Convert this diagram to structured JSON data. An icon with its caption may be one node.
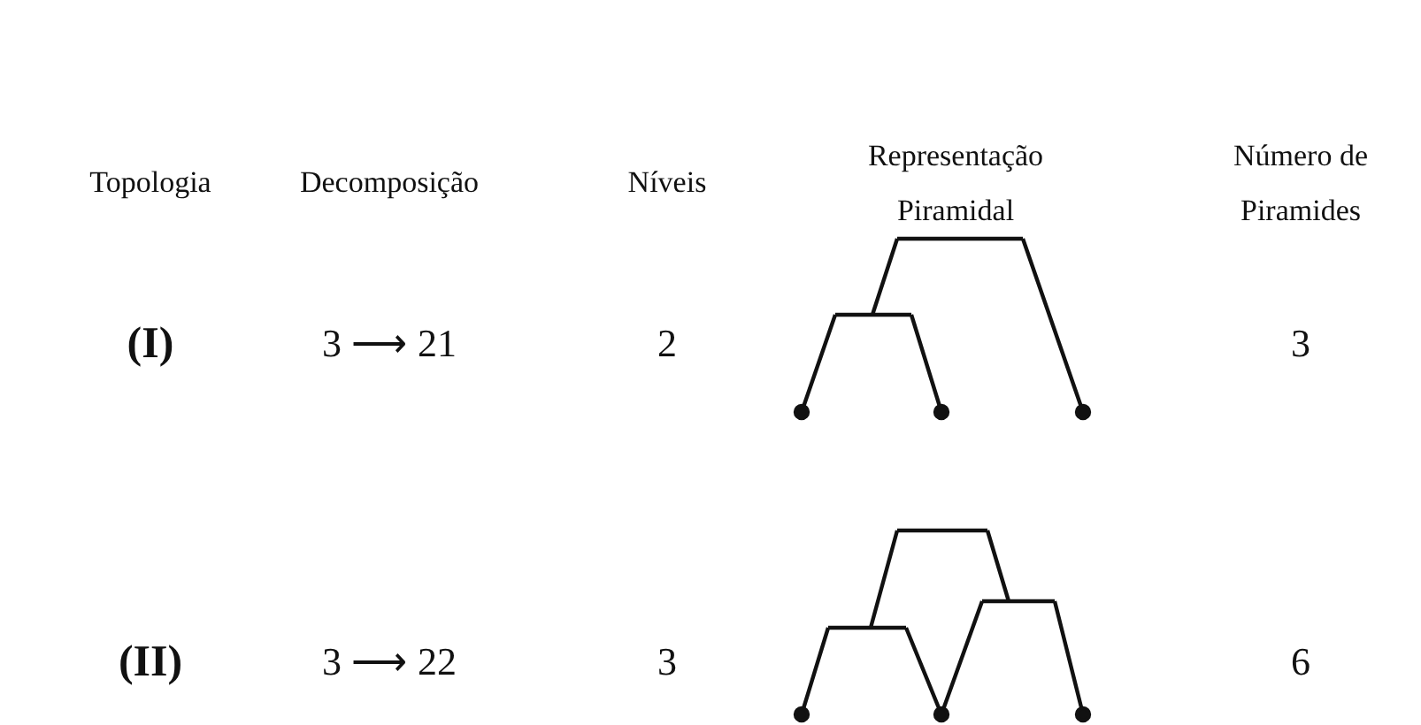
{
  "diagram": {
    "labels": [
      "Topologia",
      "Decomposição",
      "Níveis",
      "Representação Piramidal",
      "Número de Piramides",
      "(I)",
      "3 ⟶ 21",
      "2",
      "3",
      "(II)",
      "3 ⟶ 22",
      "3",
      "6"
    ]
  }
}
